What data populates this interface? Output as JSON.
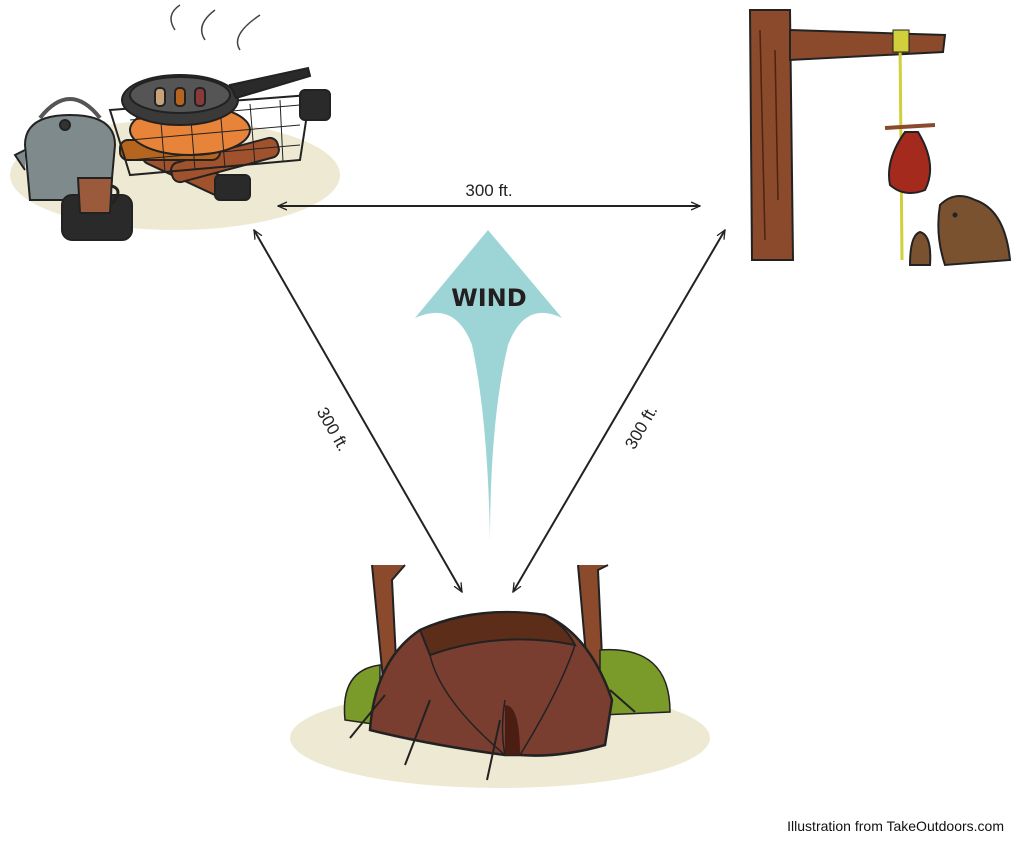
{
  "diagram": {
    "nodes": [
      {
        "id": "cooking-area",
        "icon": "campfire-cooking-icon"
      },
      {
        "id": "food-storage",
        "icon": "bear-bag-tree-icon"
      },
      {
        "id": "tent-site",
        "icon": "tent-icon"
      }
    ],
    "edges": [
      {
        "from": "cooking-area",
        "to": "food-storage",
        "label": "300 ft."
      },
      {
        "from": "cooking-area",
        "to": "tent-site",
        "label": "300 ft."
      },
      {
        "from": "food-storage",
        "to": "tent-site",
        "label": "300 ft."
      }
    ],
    "wind": {
      "label": "WIND",
      "color": "#9dd5d6"
    }
  },
  "credit": "Illustration from TakeOutdoors.com"
}
